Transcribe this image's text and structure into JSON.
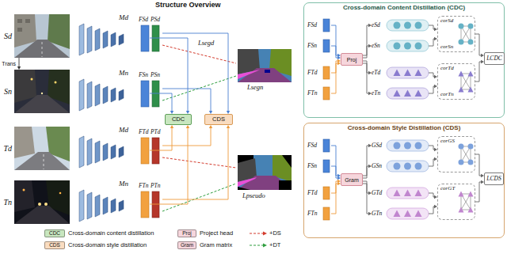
{
  "diagram": {
    "nodes": [
      {
        "text": [
          "Sd"
        ]
      },
      {
        "text": [
          "Sn"
        ]
      },
      {
        "text": [
          "Td"
        ]
      },
      {
        "text": [
          "Tn"
        ]
      },
      {
        "text": [
          "Md"
        ]
      },
      {
        "text": [
          "Mn"
        ]
      },
      {
        "text": [
          "Md"
        ]
      },
      {
        "text": [
          "Mn"
        ]
      },
      {
        "text": [
          "FSd"
        ]
      },
      {
        "text": [
          "PSd"
        ]
      },
      {
        "text": [
          "FSn"
        ]
      },
      {
        "text": [
          "PSn"
        ]
      },
      {
        "text": [
          "FTd"
        ]
      },
      {
        "text": [
          "PTd"
        ]
      },
      {
        "text": [
          "FTn"
        ]
      },
      {
        "text": [
          "PTn"
        ]
      },
      {
        "text": [
          "CDC"
        ]
      },
      {
        "text": [
          "CDS"
        ]
      },
      {
        "text": [
          "Cross-domain Content Distillation (CDC)"
        ]
      },
      {
        "text": [
          "FSd"
        ],
        "in": 18
      },
      {
        "text": [
          "FSn"
        ],
        "in": 18
      },
      {
        "text": [
          "FTd"
        ],
        "in": 18
      },
      {
        "text": [
          "FTn"
        ],
        "in": 18
      },
      {
        "text": [
          "Proj"
        ],
        "in": 18
      },
      {
        "text": [
          "eSd"
        ],
        "in": 18
      },
      {
        "text": [
          "eSn"
        ],
        "in": 18
      },
      {
        "text": [
          "eTd"
        ],
        "in": 18
      },
      {
        "text": [
          "eTn"
        ],
        "in": 18
      },
      {
        "text": [
          "corSd",
          "corSn"
        ],
        "in": 18
      },
      {
        "text": [
          "corTd",
          "corTn"
        ],
        "in": 18
      },
      {
        "text": [
          "LCDC"
        ],
        "in": 18
      },
      {
        "text": [
          "Cross-domain Style Distillation (CDS)"
        ]
      },
      {
        "text": [
          "FSd"
        ],
        "in": 31
      },
      {
        "text": [
          "FSn"
        ],
        "in": 31
      },
      {
        "text": [
          "FTd"
        ],
        "in": 31
      },
      {
        "text": [
          "FTn"
        ],
        "in": 31
      },
      {
        "text": [
          "Gram"
        ],
        "in": 31
      },
      {
        "text": [
          "GSd"
        ],
        "in": 31
      },
      {
        "text": [
          "GSn"
        ],
        "in": 31
      },
      {
        "text": [
          "GTd"
        ],
        "in": 31
      },
      {
        "text": [
          "GTn"
        ],
        "in": 31
      },
      {
        "text": [
          "corGS"
        ],
        "in": 31
      },
      {
        "text": [
          "corGT"
        ],
        "in": 31
      },
      {
        "text": [
          "LCDS"
        ],
        "in": 31
      }
    ],
    "edges": [
      {
        "from": 0,
        "to": 1,
        "arrow": "to",
        "label": "Trans"
      },
      {
        "from": 8,
        "to": 16,
        "arrow": "to"
      },
      {
        "from": 10,
        "to": 16,
        "arrow": "to"
      },
      {
        "from": 12,
        "to": 16,
        "arrow": "to"
      },
      {
        "from": 14,
        "to": 16,
        "arrow": "to"
      },
      {
        "from": 9,
        "to": 17,
        "arrow": "to"
      },
      {
        "from": 11,
        "to": 17,
        "arrow": "to"
      },
      {
        "from": 13,
        "to": 17,
        "arrow": "to"
      },
      {
        "from": 15,
        "to": 17,
        "arrow": "to"
      },
      {
        "from": 19,
        "to": 23,
        "arrow": "to"
      },
      {
        "from": 20,
        "to": 23,
        "arrow": "to"
      },
      {
        "from": 21,
        "to": 23,
        "arrow": "to"
      },
      {
        "from": 22,
        "to": 23,
        "arrow": "to"
      },
      {
        "from": 23,
        "to": 24,
        "arrow": "to"
      },
      {
        "from": 23,
        "to": 25,
        "arrow": "to"
      },
      {
        "from": 23,
        "to": 26,
        "arrow": "to"
      },
      {
        "from": 23,
        "to": 27,
        "arrow": "to"
      },
      {
        "from": 24,
        "to": 28,
        "arrow": "to"
      },
      {
        "from": 25,
        "to": 28,
        "arrow": "to"
      },
      {
        "from": 26,
        "to": 29,
        "arrow": "to"
      },
      {
        "from": 27,
        "to": 29,
        "arrow": "to"
      },
      {
        "from": 28,
        "to": 30,
        "arrow": "to"
      },
      {
        "from": 29,
        "to": 30,
        "arrow": "to"
      },
      {
        "from": 32,
        "to": 36,
        "arrow": "to"
      },
      {
        "from": 33,
        "to": 36,
        "arrow": "to"
      },
      {
        "from": 34,
        "to": 36,
        "arrow": "to"
      },
      {
        "from": 35,
        "to": 36,
        "arrow": "to"
      },
      {
        "from": 36,
        "to": 37,
        "arrow": "to"
      },
      {
        "from": 36,
        "to": 38,
        "arrow": "to"
      },
      {
        "from": 36,
        "to": 39,
        "arrow": "to"
      },
      {
        "from": 36,
        "to": 40,
        "arrow": "to"
      },
      {
        "from": 37,
        "to": 41,
        "arrow": "to"
      },
      {
        "from": 38,
        "to": 41,
        "arrow": "to"
      },
      {
        "from": 39,
        "to": 42,
        "arrow": "to"
      },
      {
        "from": 40,
        "to": 42,
        "arrow": "to"
      },
      {
        "from": 41,
        "to": 43,
        "arrow": "to"
      },
      {
        "from": 42,
        "to": 43,
        "arrow": "to"
      }
    ],
    "labels": [
      "Structure Overview",
      "Lsegd",
      "Lsegn",
      "Lpseudo",
      "CDC",
      "Proj",
      "CDS",
      "Gram"
    ],
    "legend": [
      {
        "text": "Cross-domain content distillation",
        "color": "#c8e6bf"
      },
      {
        "text": "Project head",
        "color": "#f6d6dc"
      },
      {
        "text": "+DS"
      },
      {
        "text": "Cross-domain style distillation",
        "color": "#f9dcc0"
      },
      {
        "text": "Gram matrix",
        "color": "#f6d6dc"
      },
      {
        "text": "+DT"
      }
    ]
  }
}
